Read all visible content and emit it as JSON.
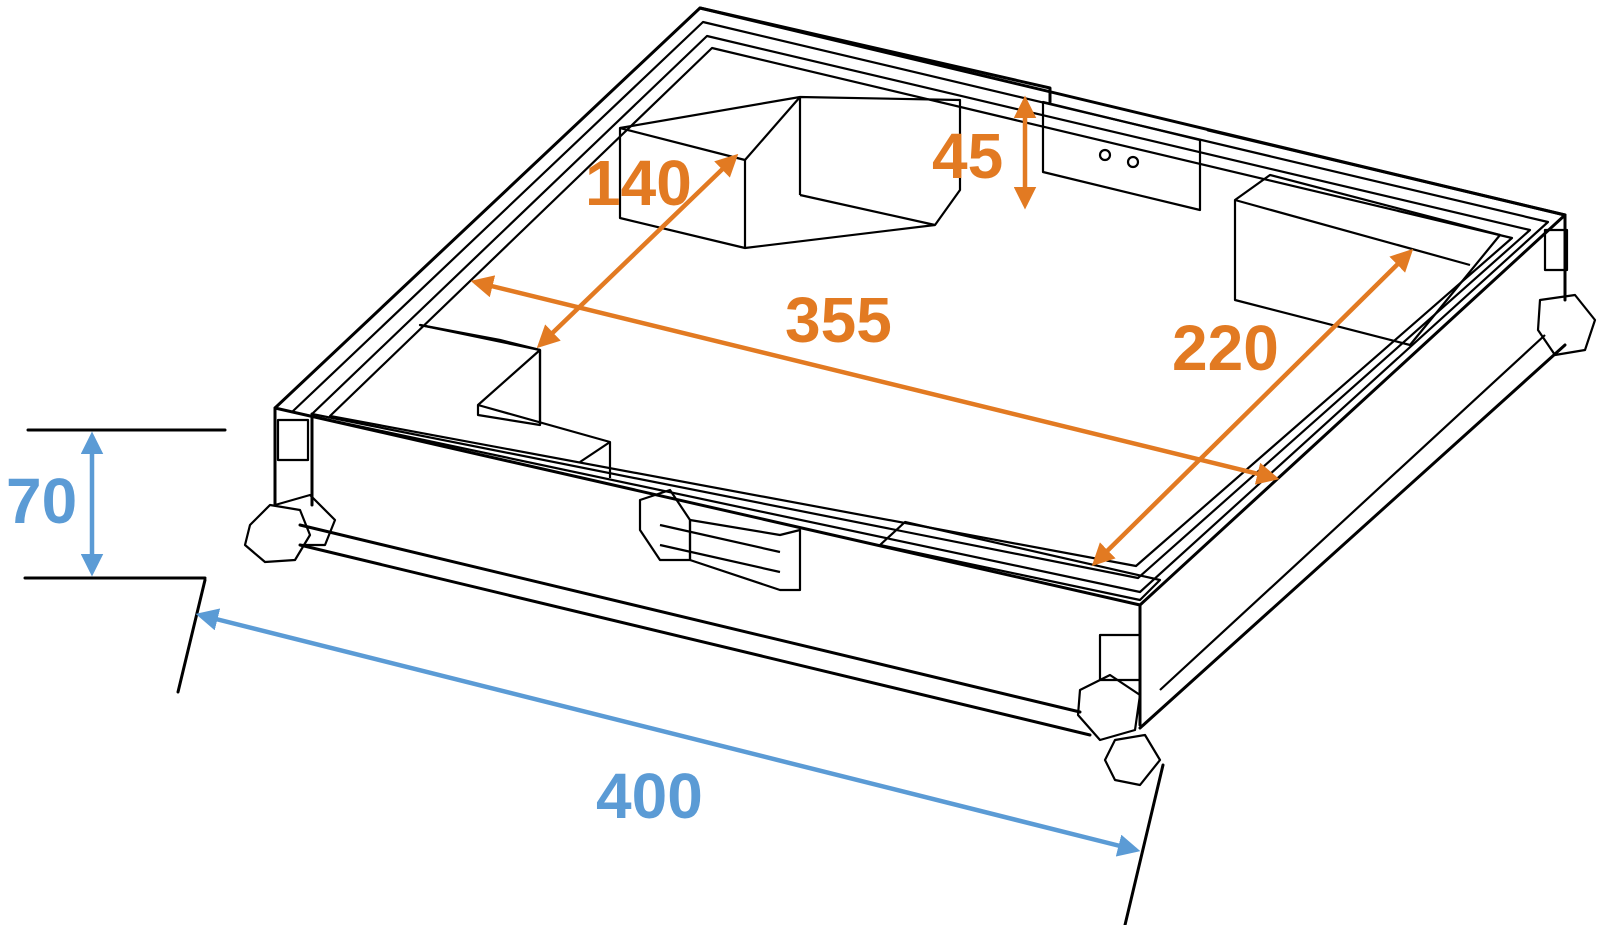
{
  "dimensions": {
    "width_label": "400",
    "height_label": "70",
    "inner_length_label": "355",
    "inner_depth_label": "220",
    "compartment_depth_label": "140",
    "compartment_height_label": "45"
  },
  "colors": {
    "inner_dimension": "#e27a22",
    "outer_dimension": "#5b9bd5",
    "outline": "#000000"
  }
}
